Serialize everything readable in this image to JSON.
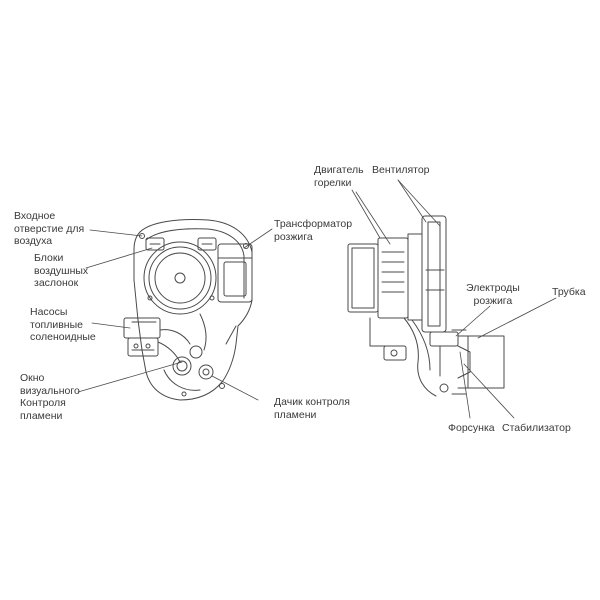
{
  "labels": {
    "air_inlet": "Входное\nотверстие для\nвоздуха",
    "air_dampers": "Блоки\nвоздушных\nзаслонок",
    "solenoid_pumps": "Насосы\nтопливные\nсоленоидные",
    "sight_window": "Окно\nвизуального\nКонтроля\nпламени",
    "ignition_transformer": "Трансформатор\nрозжига",
    "flame_sensor": "Дачик контроля\nпламени",
    "burner_motor": "Двигатель\nгорелки",
    "fan": "Вентилятор",
    "ignition_electrodes": "Электроды\nрозжига",
    "tube": "Трубка",
    "nozzle": "Форсунка",
    "stabilizer": "Стабилизатор"
  },
  "colors": {
    "line": "#4a4a4a",
    "text": "#3a3a3a"
  }
}
